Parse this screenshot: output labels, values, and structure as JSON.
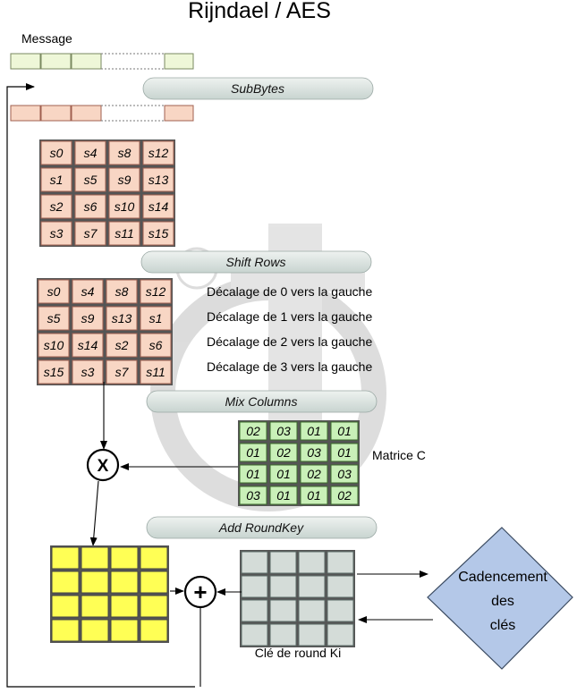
{
  "title": "Rijndael / AES",
  "message_label": "Message",
  "steps": {
    "subbytes": "SubBytes",
    "shiftrows": "Shift Rows",
    "mixcolumns": "Mix Columns",
    "addroundkey": "Add RoundKey"
  },
  "state_matrix": [
    [
      "s0",
      "s4",
      "s8",
      "s12"
    ],
    [
      "s1",
      "s5",
      "s9",
      "s13"
    ],
    [
      "s2",
      "s6",
      "s10",
      "s14"
    ],
    [
      "s3",
      "s7",
      "s11",
      "s15"
    ]
  ],
  "shifted_matrix": [
    [
      "s0",
      "s4",
      "s8",
      "s12"
    ],
    [
      "s5",
      "s9",
      "s13",
      "s1"
    ],
    [
      "s10",
      "s14",
      "s2",
      "s6"
    ],
    [
      "s15",
      "s3",
      "s7",
      "s11"
    ]
  ],
  "shift_labels": [
    "Décalage de 0 vers la gauche",
    "Décalage de 1 vers la gauche",
    "Décalage de 2 vers la gauche",
    "Décalage de 3 vers la gauche"
  ],
  "mix_matrix": [
    [
      "02",
      "03",
      "01",
      "01"
    ],
    [
      "01",
      "02",
      "03",
      "01"
    ],
    [
      "01",
      "01",
      "02",
      "03"
    ],
    [
      "03",
      "01",
      "01",
      "02"
    ]
  ],
  "mix_label": "Matrice C",
  "multiply_symbol": "X",
  "add_symbol": "+",
  "round_key_label": "Clé de round Ki",
  "key_schedule_lines": [
    "Cadencement",
    "des",
    "clés"
  ],
  "colors": {
    "message_fill": "#eef7d8",
    "state_fill": "#f8d6c4",
    "mix_fill": "#c9f0b8",
    "yellow_fill": "#ffff55",
    "key_fill": "#d4dcd8",
    "diamond_fill": "#b4c8e8",
    "step_bar_fill": "#d9e4e0"
  }
}
